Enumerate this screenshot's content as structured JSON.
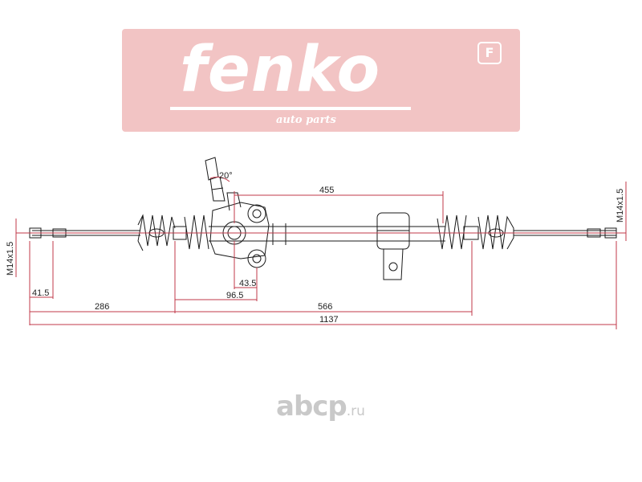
{
  "logo": {
    "brand": "fenko",
    "tagline": "auto parts",
    "badge": "F"
  },
  "dimensions": {
    "angle": "20°",
    "d455": "455",
    "thread_left": "M14x1.5",
    "thread_right": "M14x1.5",
    "d43_5": "43.5",
    "d41_5": "41.5",
    "d96_5": "96.5",
    "d286": "286",
    "d566": "566",
    "d1137": "1137"
  },
  "watermark": {
    "name": "abcp",
    "suffix": ".ru"
  },
  "colors": {
    "logo_background": "#f2c4c4",
    "dimension_line": "#c0394a",
    "part_outline": "#1a1a1a",
    "watermark": "#c9c9c9"
  }
}
